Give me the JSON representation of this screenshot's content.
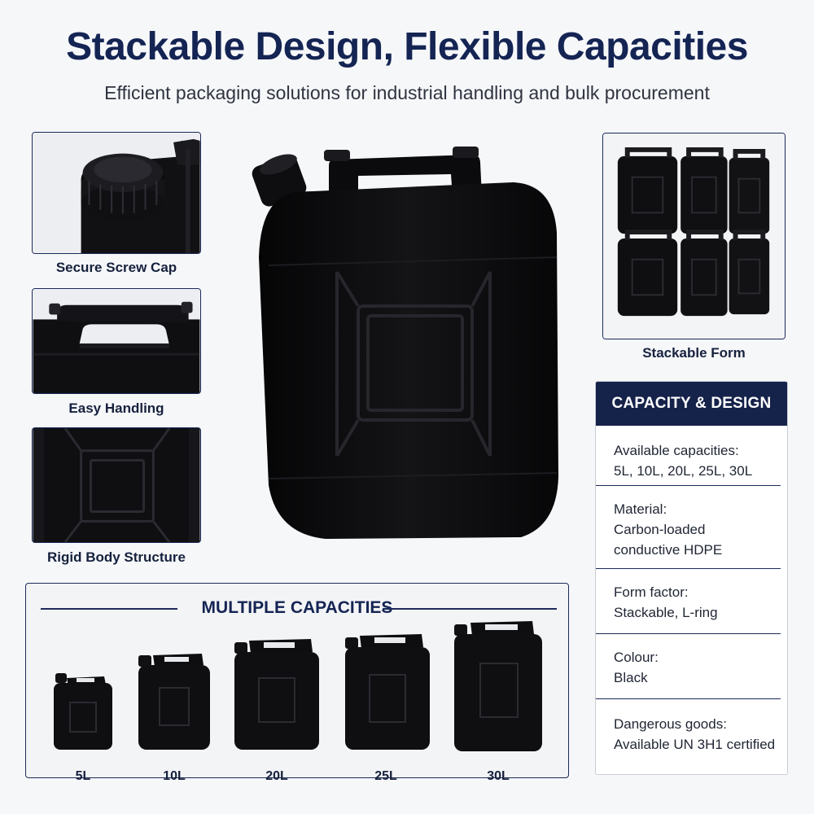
{
  "header": {
    "title": "Stackable Design, Flexible Capacities",
    "subtitle": "Efficient packaging solutions for industrial handling and bulk procurement"
  },
  "features": [
    {
      "label": "Secure Screw Cap"
    },
    {
      "label": "Easy Handling"
    },
    {
      "label": "Rigid Body Structure"
    }
  ],
  "stack": {
    "label": "Stackable Form"
  },
  "specs": {
    "title": "CAPACITY & DESIGN",
    "items": [
      {
        "label": "Available capacities:",
        "value": "5L, 10L, 20L, 25L, 30L"
      },
      {
        "label": "Material:",
        "value_line1": "Carbon-loaded",
        "value_line2": "conductive HDPE"
      },
      {
        "label": "Form factor:",
        "value": "Stackable, L-ring"
      },
      {
        "label": "Colour:",
        "value": "Black"
      },
      {
        "label": "Dangerous goods:",
        "value": "Available UN 3H1 certified"
      }
    ]
  },
  "capacities": {
    "title": "MULTIPLE CAPACITIES",
    "sizes": [
      "5L",
      "10L",
      "20L",
      "25L",
      "30L"
    ]
  },
  "colors": {
    "navy": "#15224a",
    "can_black": "#0d0d0f"
  }
}
